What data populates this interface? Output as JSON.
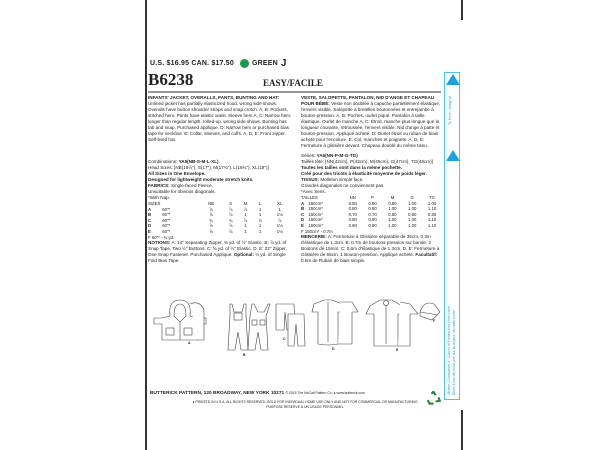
{
  "header": {
    "price": "U.S. $16.95  CAN. $17.50",
    "color_label": "GREEN",
    "color_hex": "#1a9a4a",
    "code_letter": "J",
    "pattern_number": "B6238",
    "difficulty": "EASY/FACILE"
  },
  "english": {
    "title": "INFANTS' JACKET, OVERALLS, PANTS, BUNTING AND HAT:",
    "description": "Unlined jacket has partially elasticized hood, wrong side shows. Overalls have button shoulder straps and snap crotch. A, B: Pockets, stitched hem. Pants have elastic waist. Sleeve hem A, C: Narrow hem, longer than regular length, rolled-up, wrong side shows. Bunting has tab and snap. Purchased applique. D: Narrow hem or purchased bias tape for neckline. E: Collar, sleeves, and cuffs. A, D, E: Front zipper. Self-lined hat.",
    "combinations_label": "Combinations:",
    "combinations": "YA5(NB-S-M-L-XL)",
    "head_sizes": "Head Sizes: [NB(16½\"), S(17\"), M(17¾\"), L(18¾\"), XL(19\")]",
    "all_sizes": "All Sizes in One Envelope.",
    "designed_for": "Designed for lightweight moderate stretch knits.",
    "fabrics_label": "FABRICS:",
    "fabrics": "Single-faced Fleece.",
    "unsuitable": "Unsuitable for obvious diagonals.",
    "nap": "*With Nap.",
    "table": {
      "headers": [
        "SIZES",
        "NB",
        "S",
        "M",
        "L",
        "XL"
      ],
      "rows": [
        [
          "A",
          "60\"*",
          "⅞",
          "⅞",
          "⅞",
          "1",
          "1"
        ],
        [
          "B",
          "60\"*",
          "⅞",
          "⅞",
          "1",
          "1",
          "1⅛"
        ],
        [
          "C",
          "60\"*",
          "¾",
          "¾",
          "⅞",
          "⅞",
          "⅞"
        ],
        [
          "D",
          "60\"*",
          "⅞",
          "⅞",
          "1",
          "1",
          "1⅛"
        ],
        [
          "E",
          "60\"*",
          "⅞",
          "⅞",
          "1",
          "1",
          "1⅛"
        ]
      ],
      "f_row": "F  60\"* - ¾ yd."
    },
    "notions_label": "NOTIONS:",
    "notions": "A: 14\" Separating Zipper, ⅜ yd. of ½\" Elastic. B: ⅞ yd. of Snap Tape, Two ½\" Buttons. C: ⅝ yd. of ½\" Elastic. D, E: 22\" Zipper, One Snap Fastener. Purchased Applique.",
    "optional_label": "Optional:",
    "optional": "½ yd. of Single Fold Bias Tape."
  },
  "french": {
    "title": "VESTE, SALOPETTE, PANTALON, NID D'ANGE ET CHAPEAU POUR BÉBÉ:",
    "description": "Veste non doublée à capuche partiellement élastique, l'envers visible. Salopette à bretelles boutonnées et entrejambe à bouton-pression. A, B: Poches, ourlet piqué. Pantalon à taille élastique. Ourlet de manche A, C: Étroit, manche plus longue que la longueur courante, retroussée, l'envers visible. Nid d'ange à patte et bouton-pression. Appliqué acheté. D: Ourlet étroit ou ruban de biais acheté pour l'encolure. E: Col, manches et poignets. A, D, E: Fermeture à glissière devant. Chapeau doublé du même tissu.",
    "series_label": "Séries:",
    "series": "YA5(NN-P-M-G-TG)",
    "head_sizes": "Tailles tête: [NN(42cm), P(43cm), M(45cm), G(47cm), TG(48cm)]",
    "all_sizes": "Toutes les tailles sont dans la même pochette.",
    "designed_for": "Créé pour des tricots à élasticité moyenne de poids léger.",
    "fabrics_label": "TISSUS:",
    "fabrics": "Molleton simple face.",
    "unsuitable": "Grandes diagonales ne conviennent pas.",
    "nap": "*Avec Sens.",
    "table": {
      "headers": [
        "TAILLES",
        "NN",
        "P",
        "M",
        "G",
        "TG"
      ],
      "rows": [
        [
          "A",
          "150cm*",
          "0.80",
          "0.80",
          "0.80",
          "1.00",
          "1.00"
        ],
        [
          "B",
          "150cm*",
          "0.80",
          "0.80",
          "1.00",
          "1.00",
          "1.10"
        ],
        [
          "C",
          "150cm*",
          "0.70",
          "0.70",
          "0.80",
          "0.80",
          "0.80"
        ],
        [
          "D",
          "150cm*",
          "0.80",
          "0.80",
          "1.00",
          "1.00",
          "1.10"
        ],
        [
          "E",
          "150cm*",
          "0.80",
          "0.80",
          "1.00",
          "1.00",
          "1.10"
        ]
      ],
      "f_row": "F  150cm* - 0.7m"
    },
    "notions_label": "MERCERIE:",
    "notions": "A: Fermeture à Glissière séparable de 35cm, 0.3m d'élastique de 1.3cm. B: 0.7m de boutons-pression sur bande, 2 Boutons de 15mm. C: 0.6m d'élastique de 1.3cm. D, E: Fermeture à Glissière de 55cm, 1 Bouton-pression. Appliqué acheté.",
    "optional_label": "Facultatif:",
    "optional": "0.5m de Ruban de biais simple."
  },
  "illustrations": {
    "labels": [
      "A",
      "B",
      "C",
      "D",
      "E",
      "F"
    ]
  },
  "gauge": {
    "to_here": "To Here / Jusqu'ici",
    "stretch": "Stretch (Crosswise) 4\" (10cm) of Folded Knit From Here",
    "stretch_fr": "Étirer 10cm de tricot plié sur la largeur, de cette limite",
    "accent": "#1aa3e0"
  },
  "footer": {
    "address": "BUTTERICK PATTERN, 120 BROADWAY, NEW YORK 10271",
    "copyright": "© 2015 The McCall Pattern Co. ● www.butterick.com",
    "printed": "● PRINTED IN U.S.A. ALL RIGHTS RESERVED. SOLD FOR INDIVIDUAL HOME USE ONLY AND NOT FOR COMMERCIAL OR MANUFACTURING",
    "printed_fr": "PURPOSE RESERVE À UN USAGE PERSONNEL",
    "recycle_color": "#1f8a3a"
  }
}
